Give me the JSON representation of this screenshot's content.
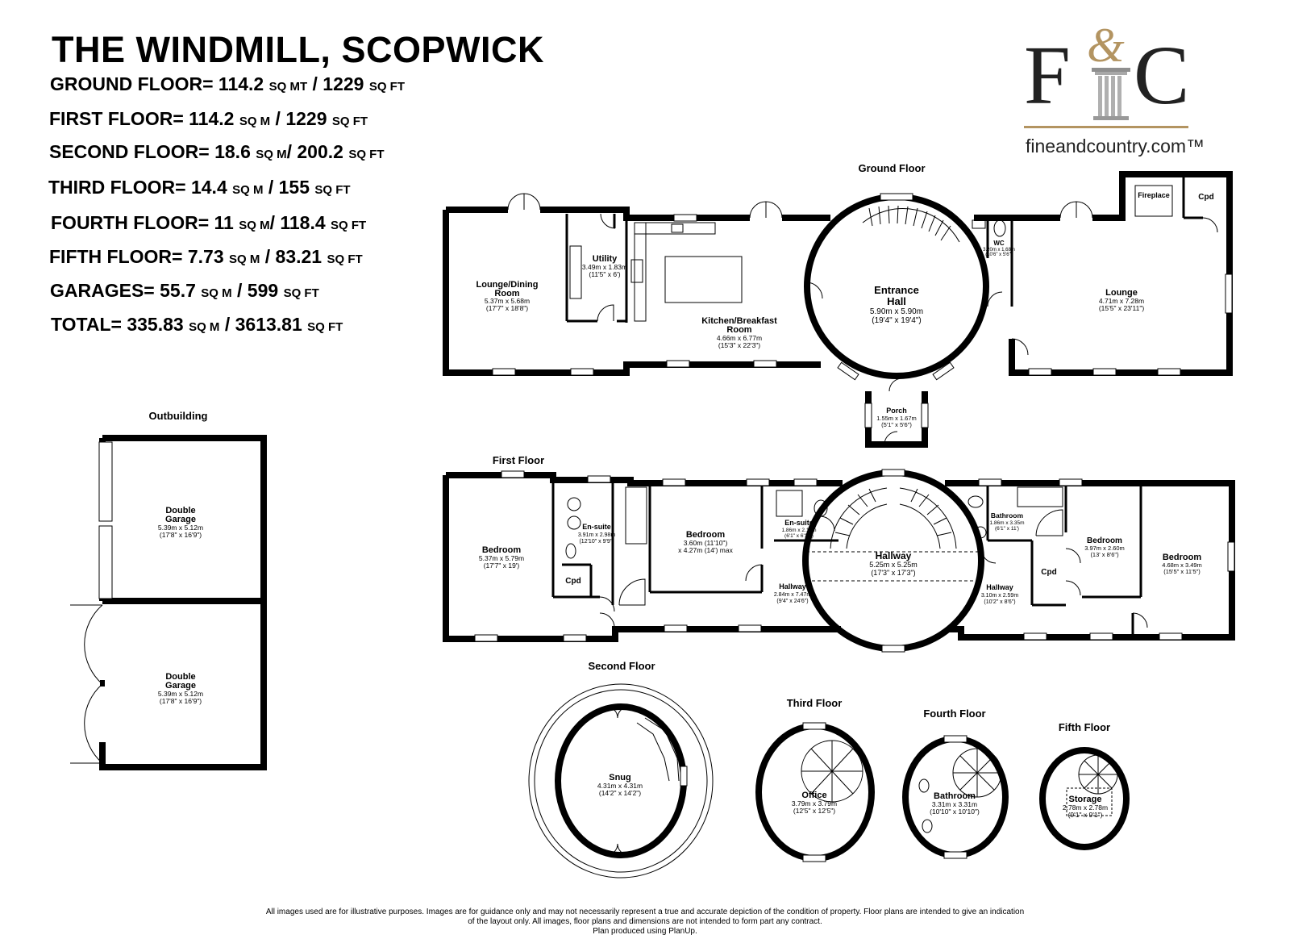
{
  "header": {
    "title": "THE WINDMILL, SCOPWICK",
    "areas": [
      {
        "label": "GROUND FLOOR= 114.2",
        "u1": "SQ MT",
        "sep": " / 1229",
        "u2": "SQ FT"
      },
      {
        "label": "FIRST FLOOR= 114.2",
        "u1": "SQ M",
        "sep": " / 1229",
        "u2": "SQ FT"
      },
      {
        "label": "SECOND FLOOR= 18.6",
        "u1": "SQ M",
        "sep": "/ 200.2",
        "u2": "SQ FT"
      },
      {
        "label": "THIRD FLOOR= 14.4",
        "u1": "SQ M",
        "sep": " / 155",
        "u2": "SQ FT"
      },
      {
        "label": "FOURTH FLOOR= 11",
        "u1": "SQ M",
        "sep": "/ 118.4",
        "u2": "SQ FT"
      },
      {
        "label": "FIFTH FLOOR= 7.73",
        "u1": "SQ M",
        "sep": " / 83.21",
        "u2": "SQ FT"
      },
      {
        "label": "GARAGES= 55.7",
        "u1": "SQ M",
        "sep": " / 599",
        "u2": "SQ FT"
      },
      {
        "label": "TOTAL= 335.83",
        "u1": "SQ M",
        "sep": " / 3613.81",
        "u2": "SQ FT"
      }
    ]
  },
  "logo": {
    "f": "F",
    "amp": "&",
    "c": "C",
    "url": "fineandcountry.com™",
    "gold": "#b39461"
  },
  "plan": {
    "floor_labels": {
      "ground": "Ground Floor",
      "first": "First Floor",
      "outbuilding": "Outbuilding",
      "second": "Second Floor",
      "third": "Third Floor",
      "fourth": "Fourth Floor",
      "fifth": "Fifth Floor"
    },
    "rooms": {
      "lounge_dining": {
        "name1": "Lounge/Dining",
        "name2": "Room",
        "m": "5.37m x 5.68m",
        "ft": "(17'7\" x 18'8\")"
      },
      "utility": {
        "name1": "Utility",
        "m": "3.49m x 1.83m",
        "ft": "(11'5\" x 6')"
      },
      "kitchen": {
        "name1": "Kitchen/Breakfast",
        "name2": "Room",
        "m": "4.66m x 6.77m",
        "ft": "(15'3\" x 22'3\")"
      },
      "entrance_hall": {
        "name1": "Entrance",
        "name2": "Hall",
        "m": "5.90m x 5.90m",
        "ft": "(19'4\" x 19'4\")"
      },
      "wc": {
        "name1": "WC",
        "m": "3.20m x 1.68m",
        "ft": "(10'6\" x 5'6\")"
      },
      "lounge": {
        "name1": "Lounge",
        "m": "4.71m x 7.28m",
        "ft": "(15'5\" x 23'11\")"
      },
      "fireplace": {
        "name1": "Fireplace"
      },
      "cpd_ground": {
        "name1": "Cpd"
      },
      "porch": {
        "name1": "Porch",
        "m": "1.55m x 1.67m",
        "ft": "(5'1\" x 5'6\")"
      },
      "bedroom1": {
        "name1": "Bedroom",
        "m": "5.37m x 5.79m",
        "ft": "(17'7\" x 19')"
      },
      "ensuite1": {
        "name1": "En-suite",
        "m": "3.91m x 2.98m",
        "ft": "(12'10\" x 9'9\")"
      },
      "cpd1": {
        "name1": "Cpd"
      },
      "bedroom2": {
        "name1": "Bedroom",
        "m": "3.60m (11'10\")",
        "ft": "x 4.27m (14') max"
      },
      "ensuite2": {
        "name1": "En-suite",
        "m": "1.86m x 2.12m",
        "ft": "(6'1\" x 6'11\")"
      },
      "hallway_left": {
        "name1": "Hallway",
        "m": "2.84m x 7.47m",
        "ft": "(9'4\" x 24'6\")"
      },
      "hallway_round": {
        "name1": "Hallway",
        "m": "5.25m x 5.25m",
        "ft": "(17'3\" x 17'3\")"
      },
      "hallway_right": {
        "name1": "Hallway",
        "m": "3.10m x 2.59m",
        "ft": "(10'2\" x 8'6\")"
      },
      "bathroom1": {
        "name1": "Bathroom",
        "m": "1.86m x 3.35m",
        "ft": "(6'1\" x 11')"
      },
      "bedroom3": {
        "name1": "Bedroom",
        "m": "3.97m x 2.60m",
        "ft": "(13' x 8'6\")"
      },
      "cpd2": {
        "name1": "Cpd"
      },
      "bedroom4": {
        "name1": "Bedroom",
        "m": "4.68m x 3.49m",
        "ft": "(15'5\" x 11'5\")"
      },
      "garage1": {
        "name1": "Double",
        "name2": "Garage",
        "m": "5.39m x 5.12m",
        "ft": "(17'8\" x 16'9\")"
      },
      "garage2": {
        "name1": "Double",
        "name2": "Garage",
        "m": "5.39m x 5.12m",
        "ft": "(17'8\" x 16'9\")"
      },
      "snug": {
        "name1": "Snug",
        "m": "4.31m x 4.31m",
        "ft": "(14'2\" x 14'2\")"
      },
      "office": {
        "name1": "Office",
        "m": "3.79m x 3.79m",
        "ft": "(12'5\" x 12'5\")"
      },
      "bathroom2": {
        "name1": "Bathroom",
        "m": "3.31m x 3.31m",
        "ft": "(10'10\" x 10'10\")"
      },
      "storage": {
        "name1": "Storage",
        "m": "2.78m x 2.78m",
        "ft": "(9'1\" x 9'1\")"
      }
    }
  },
  "footer": {
    "line1": "All images used are for illustrative purposes. Images are for guidance only and may not necessarily represent a true and accurate depiction of the condition of property. Floor plans are intended to give an indication",
    "line2": "of the layout only. All images, floor plans and dimensions are not intended to form part any contract.",
    "line3": "Plan produced using PlanUp."
  }
}
